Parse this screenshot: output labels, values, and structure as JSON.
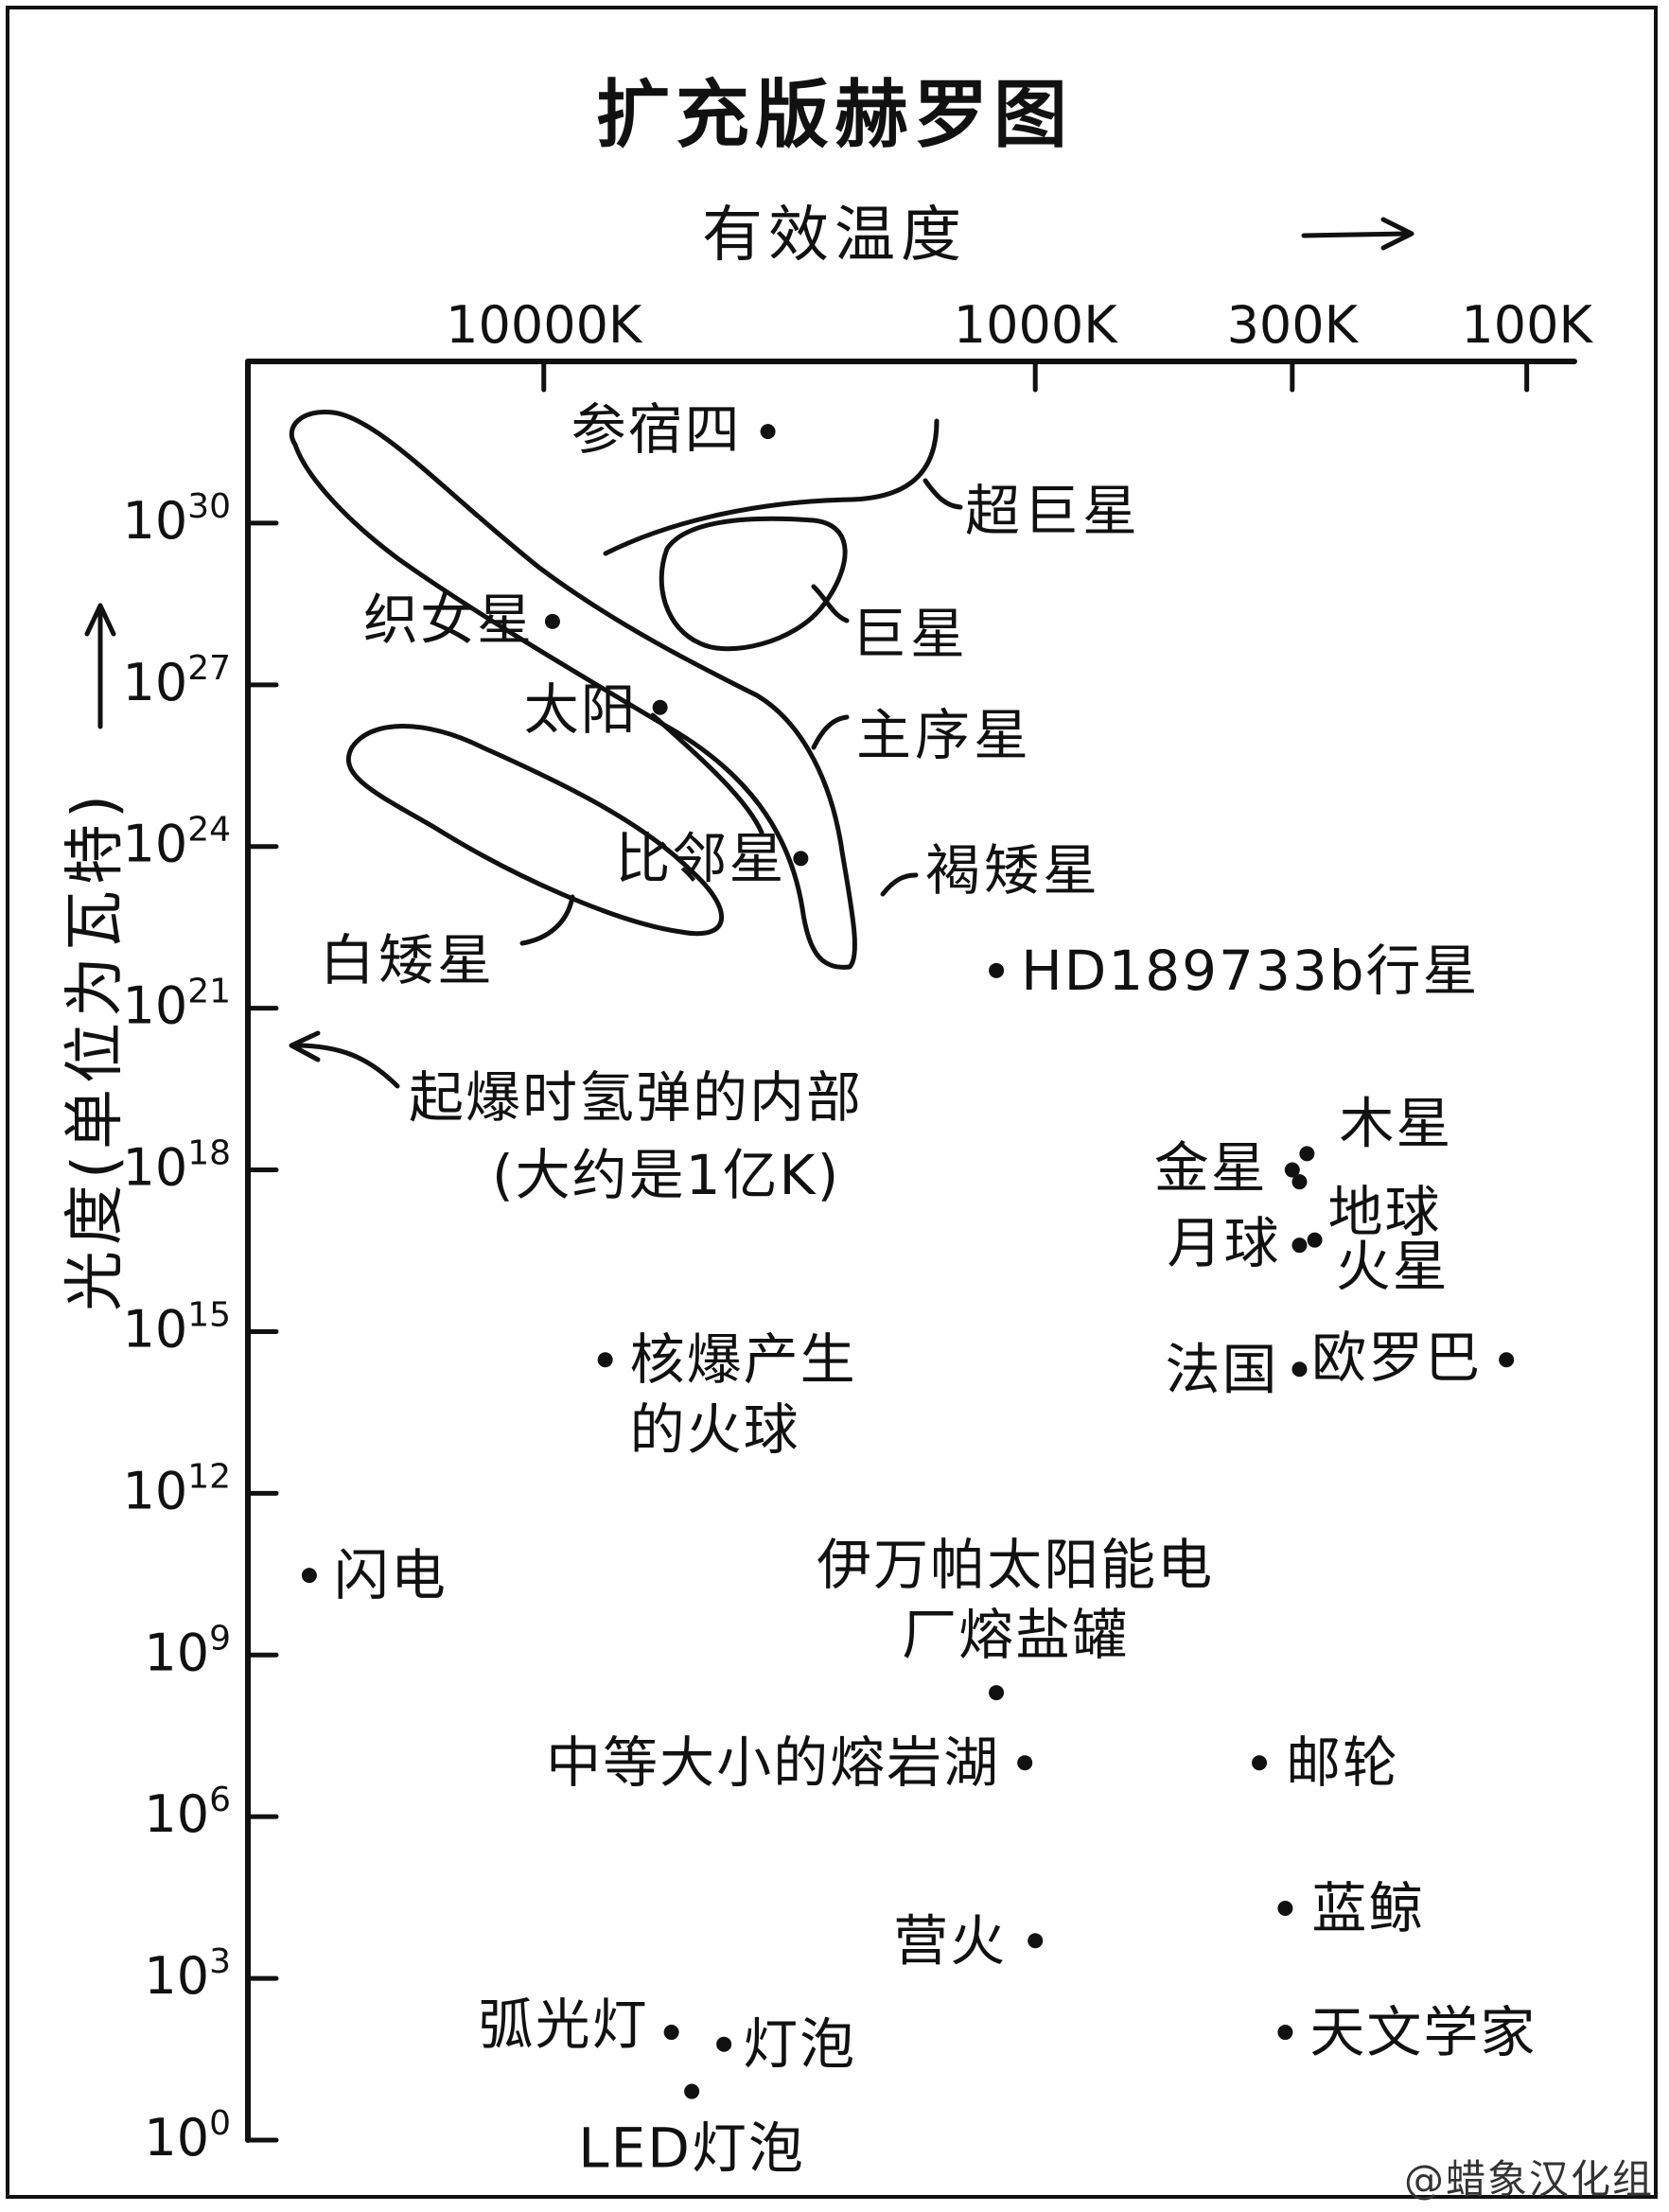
{
  "chart_data": {
    "type": "scatter",
    "title": "扩充版赫罗图",
    "xlabel": "有效温度",
    "ylabel": "光度(单位为瓦特)",
    "x_scale": "log-reversed",
    "y_scale": "log",
    "xlim": [
      40000,
      80
    ],
    "ylim": [
      1,
      1e+33
    ],
    "x_ticks": [
      {
        "value": 10000,
        "label": "10000K"
      },
      {
        "value": 1000,
        "label": "1000K"
      },
      {
        "value": 300,
        "label": "300K"
      },
      {
        "value": 100,
        "label": "100K"
      }
    ],
    "y_ticks": [
      {
        "value": 1,
        "base": "10",
        "exp": "0"
      },
      {
        "value": 1000.0,
        "base": "10",
        "exp": "3"
      },
      {
        "value": 1000000.0,
        "base": "10",
        "exp": "6"
      },
      {
        "value": 1000000000.0,
        "base": "10",
        "exp": "9"
      },
      {
        "value": 1000000000000.0,
        "base": "10",
        "exp": "12"
      },
      {
        "value": 1000000000000000.0,
        "base": "10",
        "exp": "15"
      },
      {
        "value": 1e+18,
        "base": "10",
        "exp": "18"
      },
      {
        "value": 1e+21,
        "base": "10",
        "exp": "21"
      },
      {
        "value": 1e+24,
        "base": "10",
        "exp": "24"
      },
      {
        "value": 1e+27,
        "base": "10",
        "exp": "27"
      },
      {
        "value": 1e+30,
        "base": "10",
        "exp": "30"
      }
    ],
    "points": [
      {
        "name": "参宿四",
        "temperature": 3500,
        "luminosity": 5e+31
      },
      {
        "name": "织女星",
        "temperature": 9600,
        "luminosity": 1.5e+28
      },
      {
        "name": "太阳",
        "temperature": 5800,
        "luminosity": 3.8e+26
      },
      {
        "name": "比邻星",
        "temperature": 3000,
        "luminosity": 6e+23
      },
      {
        "name": "HD189733b行星",
        "temperature": 1200,
        "luminosity": 5e+21
      },
      {
        "name": "金星",
        "temperature": 300,
        "luminosity": 1e+18
      },
      {
        "name": "木星",
        "temperature": 280,
        "luminosity": 2e+18
      },
      {
        "name": "地球",
        "temperature": 290,
        "luminosity": 6e+17
      },
      {
        "name": "月球",
        "temperature": 290,
        "luminosity": 4e+16
      },
      {
        "name": "火星",
        "temperature": 270,
        "luminosity": 5e+16
      },
      {
        "name": "法国",
        "temperature": 290,
        "luminosity": 200000000000000.0
      },
      {
        "name": "欧罗巴",
        "temperature": 110,
        "luminosity": 300000000000000.0
      },
      {
        "name": "核爆产生的火球",
        "temperature": 7500,
        "luminosity": 300000000000000.0
      },
      {
        "name": "闪电",
        "temperature": 30000,
        "luminosity": 30000000000.0
      },
      {
        "name": "伊万帕太阳能电厂熔盐罐",
        "temperature": 1200,
        "luminosity": 200000000.0
      },
      {
        "name": "中等大小的熔岩湖",
        "temperature": 1050,
        "luminosity": 10000000.0
      },
      {
        "name": "邮轮",
        "temperature": 350,
        "luminosity": 10000000.0
      },
      {
        "name": "蓝鲸",
        "temperature": 310,
        "luminosity": 20000.0
      },
      {
        "name": "营火",
        "temperature": 1000,
        "luminosity": 5000.0
      },
      {
        "name": "弧光灯",
        "temperature": 5500,
        "luminosity": 100.0
      },
      {
        "name": "灯泡",
        "temperature": 4300,
        "luminosity": 60
      },
      {
        "name": "LED灯泡",
        "temperature": 5000,
        "luminosity": 8
      },
      {
        "name": "天文学家",
        "temperature": 310,
        "luminosity": 100
      }
    ],
    "regions": [
      {
        "name": "超巨星"
      },
      {
        "name": "巨星"
      },
      {
        "name": "主序星"
      },
      {
        "name": "褐矮星"
      },
      {
        "name": "白矮星"
      }
    ],
    "annotations": [
      {
        "text_line1": "起爆时氢弹的内部",
        "text_line2": "(大约是1亿K)"
      }
    ]
  },
  "credit": "@蜡象汉化组"
}
